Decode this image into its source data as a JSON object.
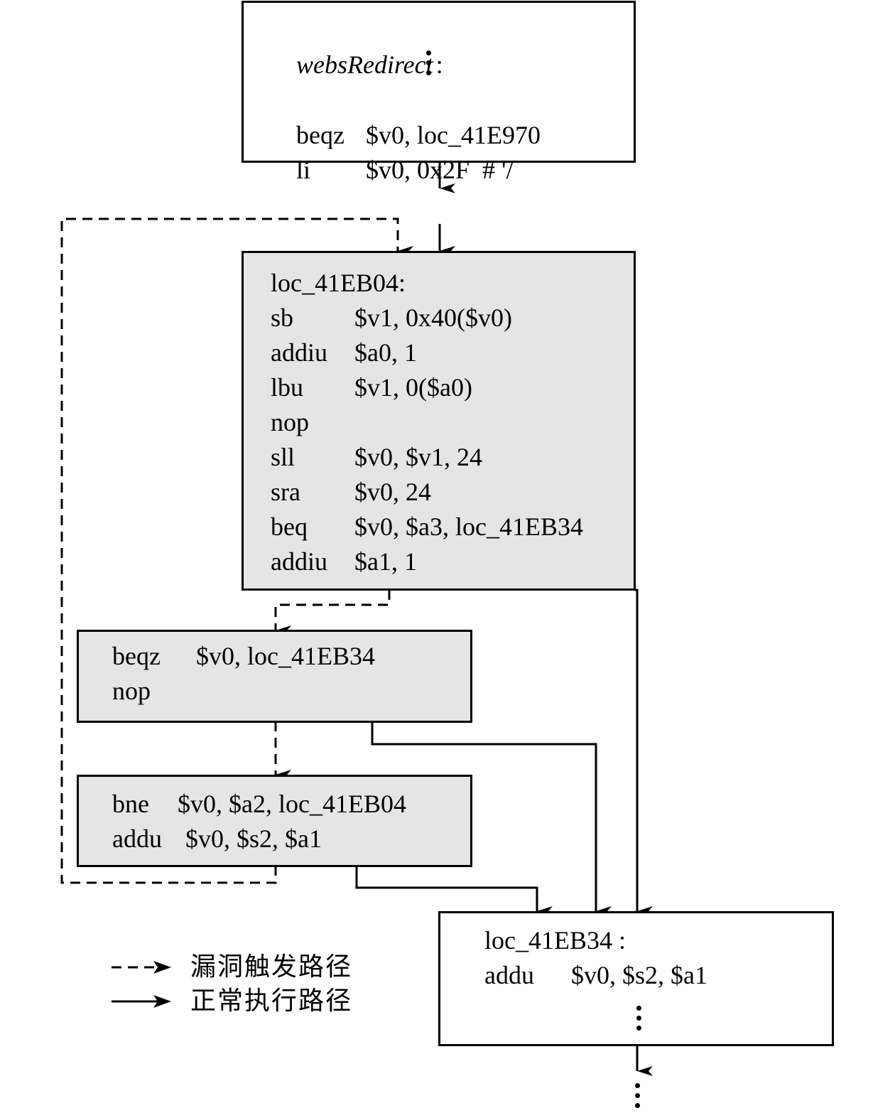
{
  "diagram": {
    "type": "control-flow-graph",
    "blocks": [
      {
        "id": "websRedirect",
        "label": "websRedirect",
        "label_suffix": ":",
        "style": "white",
        "has_ellipsis_after_label": true,
        "instructions": [
          {
            "op": "beqz",
            "args": "$v0, loc_41E970"
          },
          {
            "op": "li",
            "args": "$v0, 0x2F  # '/"
          }
        ]
      },
      {
        "id": "loc_41EB04",
        "label": "loc_41EB04:",
        "style": "gray",
        "instructions": [
          {
            "op": "sb",
            "args": "$v1, 0x40($v0)"
          },
          {
            "op": "addiu",
            "args": "$a0, 1"
          },
          {
            "op": "lbu",
            "args": "$v1, 0($a0)"
          },
          {
            "op": "nop",
            "args": ""
          },
          {
            "op": "sll",
            "args": "$v0, $v1, 24"
          },
          {
            "op": "sra",
            "args": "$v0, 24"
          },
          {
            "op": "beq",
            "args": "$v0, $a3, loc_41EB34"
          },
          {
            "op": "addiu",
            "args": "$a1, 1"
          }
        ]
      },
      {
        "id": "block_beqz",
        "style": "gray",
        "instructions": [
          {
            "op": "beqz",
            "args": "$v0, loc_41EB34"
          },
          {
            "op": "nop",
            "args": ""
          }
        ]
      },
      {
        "id": "block_bne",
        "style": "gray",
        "instructions": [
          {
            "op": "bne",
            "args": "$v0, $a2, loc_41EB04"
          },
          {
            "op": "addu",
            "args": "$v0, $s2, $a1"
          }
        ]
      },
      {
        "id": "loc_41EB34",
        "label": "loc_41EB34 :",
        "style": "white",
        "has_ellipsis_after_instructions": true,
        "instructions": [
          {
            "op": "addu",
            "args": "$v0, $s2, $a1"
          }
        ]
      }
    ],
    "edges": [
      {
        "from": "websRedirect",
        "to": "loc_41EB04",
        "kind": "normal"
      },
      {
        "from": "loc_41EB04",
        "to": "block_beqz",
        "kind": "vulnerability"
      },
      {
        "from": "loc_41EB04",
        "to": "loc_41EB34",
        "kind": "normal"
      },
      {
        "from": "block_beqz",
        "to": "block_bne",
        "kind": "vulnerability"
      },
      {
        "from": "block_beqz",
        "to": "loc_41EB34",
        "kind": "normal"
      },
      {
        "from": "block_bne",
        "to": "loc_41EB04",
        "kind": "vulnerability"
      },
      {
        "from": "block_bne",
        "to": "loc_41EB34",
        "kind": "normal"
      },
      {
        "from": "loc_41EB34",
        "to": "continuation",
        "kind": "normal"
      }
    ],
    "legend": [
      {
        "kind": "vulnerability",
        "line_style": "dashed",
        "label": "漏洞触发路径"
      },
      {
        "kind": "normal",
        "line_style": "solid",
        "label": "正常执行路径"
      }
    ]
  }
}
